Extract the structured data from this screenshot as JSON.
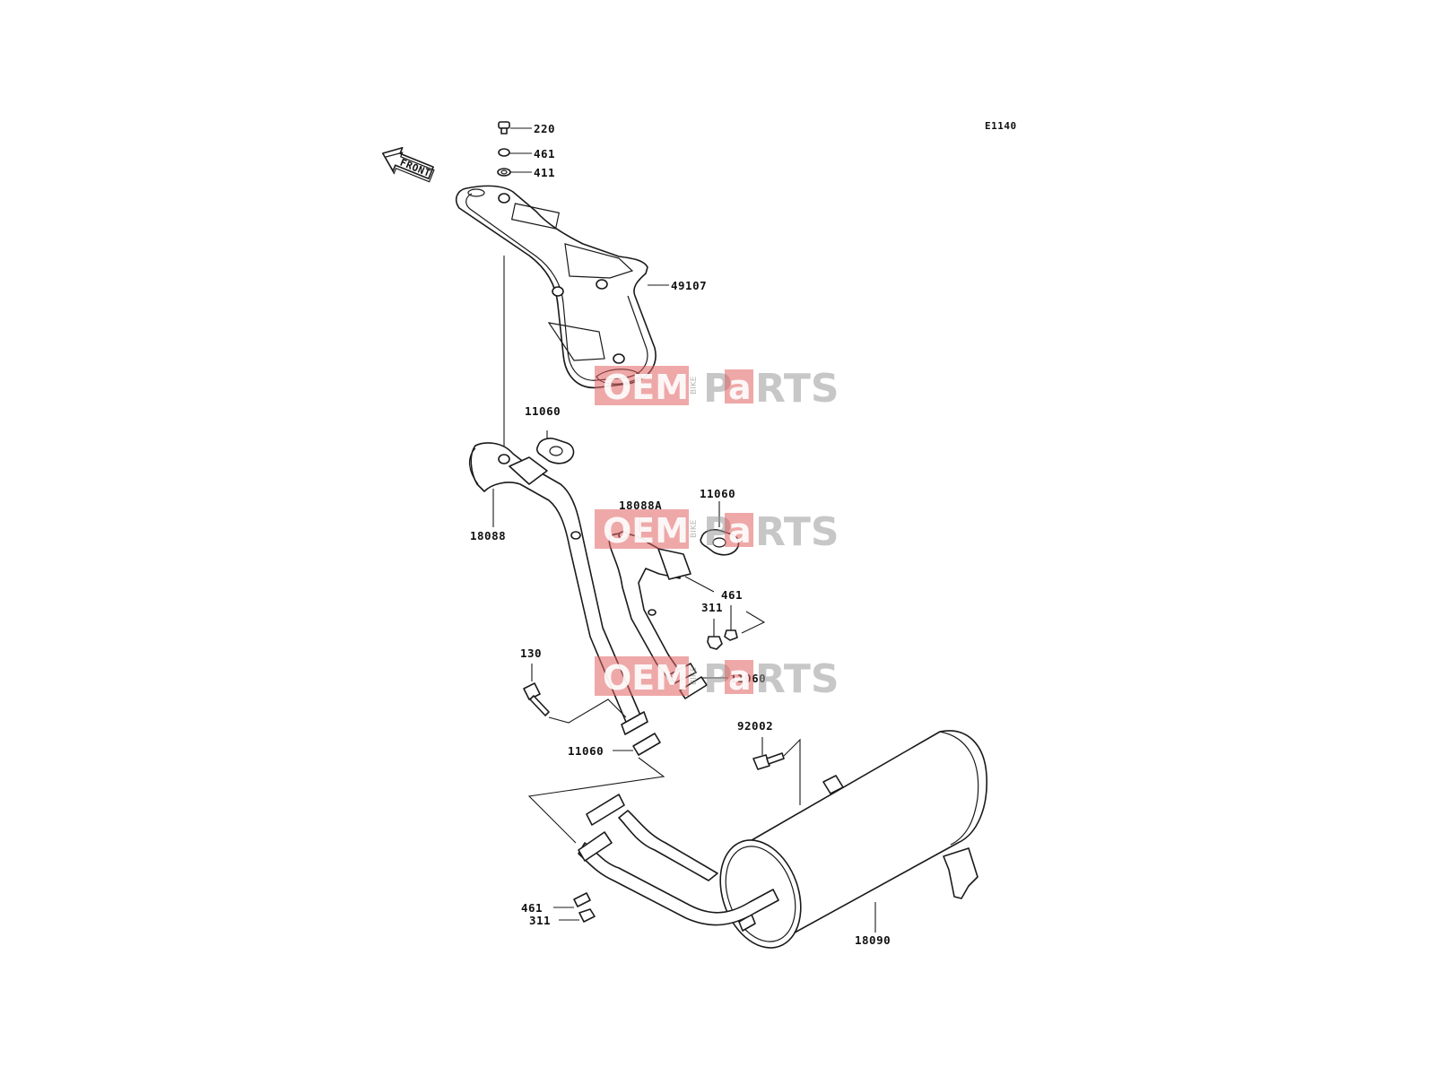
{
  "diagram_code": "E1140",
  "front_arrow_label": "FRONT",
  "callouts": {
    "c220": "220",
    "c461_top": "461",
    "c411": "411",
    "c49107": "49107",
    "c11060_a": "11060",
    "c18088": "18088",
    "c18088A": "18088A",
    "c11060_b": "11060",
    "c461_mid": "461",
    "c311_mid": "311",
    "c130": "130",
    "c11060_c": "11060",
    "c11060_d": "11060",
    "c92002": "92002",
    "c461_low": "461",
    "c311_low": "311",
    "c18090": "18090"
  },
  "watermark": {
    "brand_a": "OEM",
    "brand_mid": "BIKE",
    "brand_b": "P",
    "brand_c": "a",
    "brand_d": "RTS"
  }
}
